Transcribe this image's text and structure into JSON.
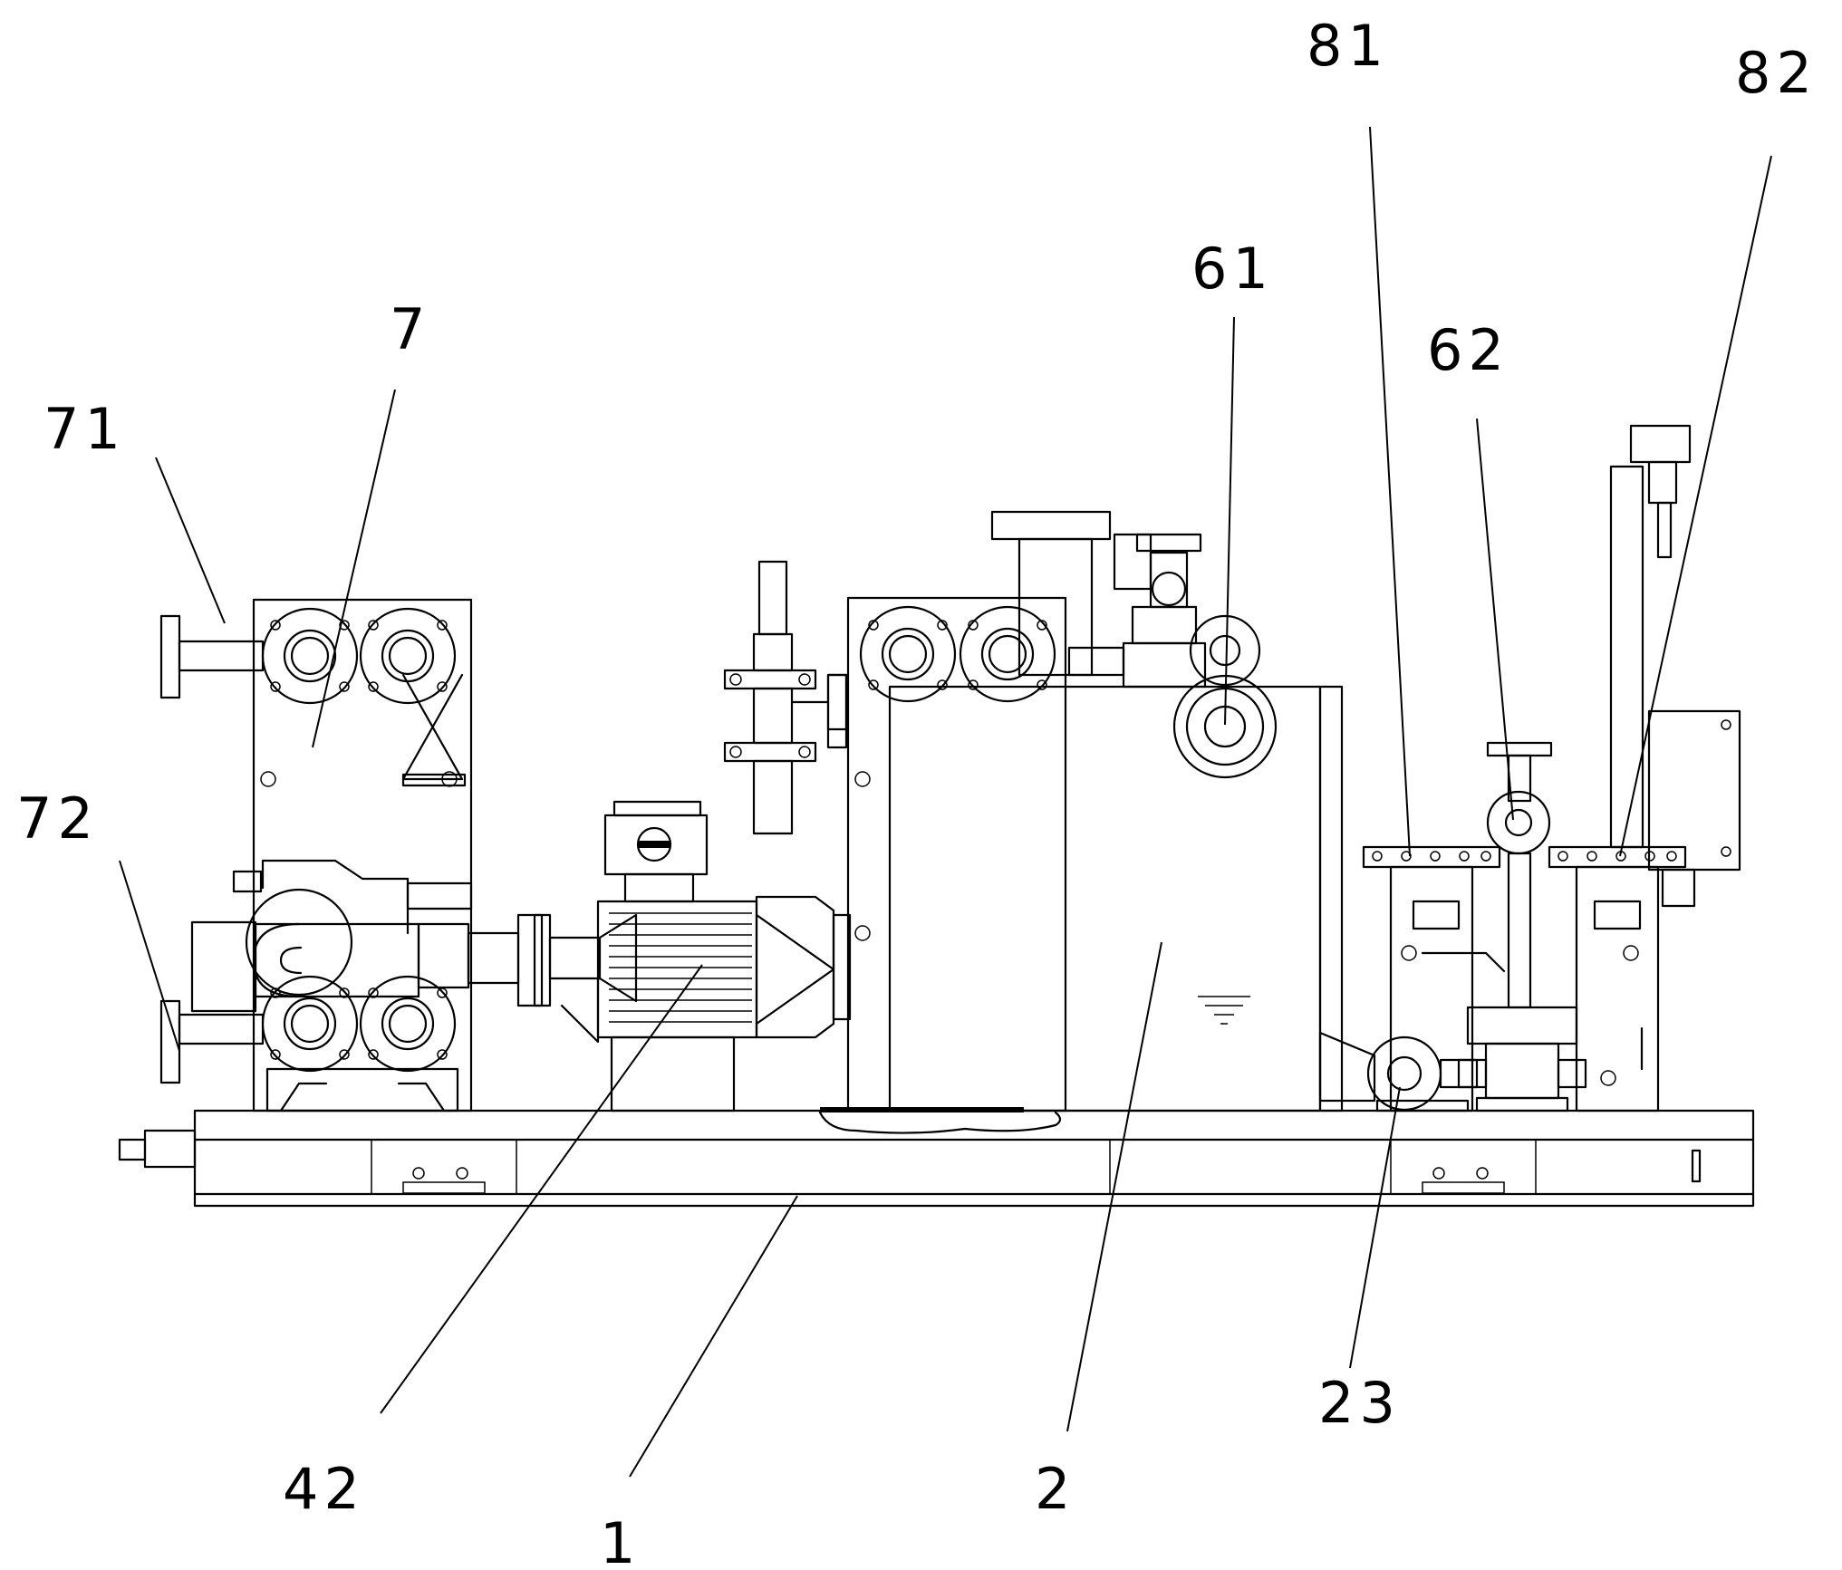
{
  "figure": {
    "labels": [
      {
        "id": "label-71",
        "text": "71"
      },
      {
        "id": "label-7",
        "text": "7"
      },
      {
        "id": "label-72",
        "text": "72"
      },
      {
        "id": "label-42",
        "text": "42"
      },
      {
        "id": "label-1",
        "text": "1"
      },
      {
        "id": "label-2",
        "text": "2"
      },
      {
        "id": "label-23",
        "text": "23"
      },
      {
        "id": "label-61",
        "text": "61"
      },
      {
        "id": "label-62",
        "text": "62"
      },
      {
        "id": "label-81",
        "text": "81"
      },
      {
        "id": "label-82",
        "text": "82"
      }
    ]
  }
}
